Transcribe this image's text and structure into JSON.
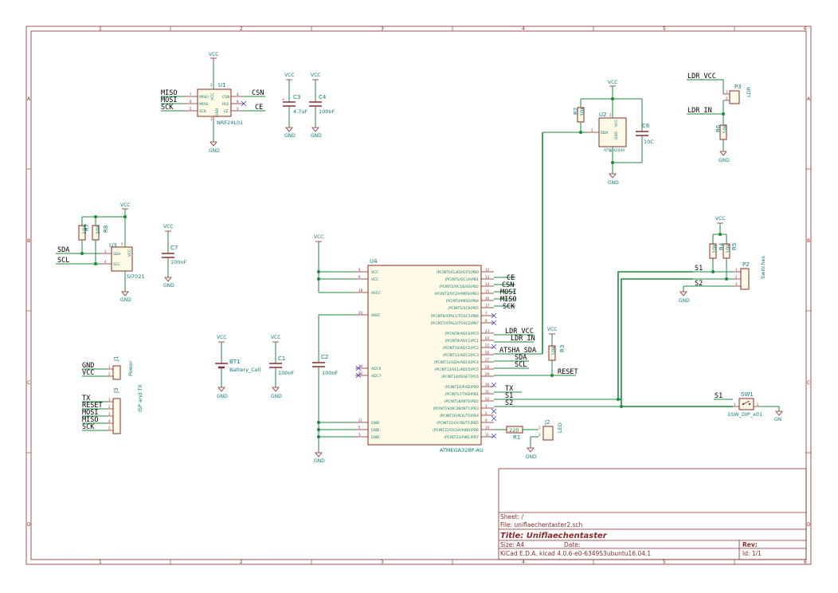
{
  "zones": {
    "columns": [
      "1",
      "2",
      "3",
      "4",
      "5",
      "6"
    ],
    "rows": [
      "A",
      "B",
      "C",
      "D"
    ]
  },
  "power": {
    "vcc": "VCC",
    "gnd": "GND",
    "gn": "GN"
  },
  "components": {
    "u1": {
      "ref": "U1",
      "value": "NRF24L01",
      "pins_left": [
        "MISO",
        "MOSI",
        "SCK"
      ],
      "pins_right": [
        "CSN",
        "IRQ",
        "CE"
      ],
      "pins_top": [
        "VCC"
      ],
      "pins_bottom": [
        "GND"
      ],
      "pin_numbers": [
        "7",
        "6",
        "5",
        "4",
        "8",
        "3",
        "2",
        "1"
      ]
    },
    "c3": {
      "ref": "C3",
      "value": "4.7uF"
    },
    "c4": {
      "ref": "C4",
      "value": "100nF"
    },
    "u2": {
      "ref": "U2",
      "value": "ATSHA204A",
      "pins": [
        "SDA",
        "VCC",
        "GND"
      ],
      "pin_numbers": [
        "1",
        "2",
        "3"
      ]
    },
    "r2": {
      "ref": "R2",
      "value": "10k"
    },
    "c6": {
      "ref": "C6",
      "value": "10C"
    },
    "p3": {
      "ref": "P3",
      "value": "LDR",
      "pin_numbers": [
        "1",
        "2"
      ]
    },
    "r6": {
      "ref": "R6",
      "value": "10k"
    },
    "u3": {
      "ref": "U3",
      "value": "SI7021",
      "pins": [
        "SDA",
        "SCL",
        "VCC"
      ],
      "pin_numbers": [
        "1",
        "4",
        "5"
      ]
    },
    "r7": {
      "ref": "R7",
      "value": "10k"
    },
    "r8": {
      "ref": "R8",
      "value": "10k"
    },
    "c7": {
      "ref": "C7",
      "value": "100nF"
    },
    "u4": {
      "ref": "U4",
      "value": "ATMEGA328P-AU",
      "left_pins": [
        {
          "n": "4",
          "l": "VCC"
        },
        {
          "n": "6",
          "l": "VCC"
        },
        {
          "n": "18",
          "l": "AVCC"
        },
        {
          "n": "20",
          "l": "AREF"
        },
        {
          "n": "19",
          "l": "ADC6"
        },
        {
          "n": "22",
          "l": "ADC7"
        },
        {
          "n": "21",
          "l": "GND"
        },
        {
          "n": "5",
          "l": "GND"
        },
        {
          "n": "3",
          "l": "GND"
        }
      ],
      "right_pins": [
        {
          "n": "12",
          "l": "(PCINT0/CLKO/ICP1)PB0"
        },
        {
          "n": "13",
          "l": "(PCINT1/OC1A)PB1"
        },
        {
          "n": "14",
          "l": "(PCINT2/OC1B/SS)PB2"
        },
        {
          "n": "15",
          "l": "(PCINT3/OC2A/MOSI)PB3"
        },
        {
          "n": "16",
          "l": "(PCINT4/MISO)PB4"
        },
        {
          "n": "17",
          "l": "(PCINT5/SCK)PB5"
        },
        {
          "n": "7",
          "l": "(PCINT6/XTAL1/TOSC1)PB6"
        },
        {
          "n": "8",
          "l": "(PCINT7/XTAL2/TOSC2)PB7"
        },
        {
          "n": "23",
          "l": "(PCINT8/ADC0)PC0"
        },
        {
          "n": "24",
          "l": "(PCINT9/ADC1)PC1"
        },
        {
          "n": "25",
          "l": "(PCINT10/ADC2)PC2"
        },
        {
          "n": "26",
          "l": "(PCINT11/ADC3)PC3"
        },
        {
          "n": "27",
          "l": "(PCINT12/SDA/ADC4)PC4"
        },
        {
          "n": "28",
          "l": "(PCINT13/SCL/ADC5)PC5"
        },
        {
          "n": "29",
          "l": "(PCINT14/RESET)PC6"
        },
        {
          "n": "30",
          "l": "(PCINT16/RXD)PD0"
        },
        {
          "n": "31",
          "l": "(PCINT17/TXD)PD1"
        },
        {
          "n": "32",
          "l": "(PCINT18/INT0)PD2"
        },
        {
          "n": "1",
          "l": "(PCINT19/OC2B/INT1)PD3"
        },
        {
          "n": "2",
          "l": "(PCINT20/XCK/T0)PD4"
        },
        {
          "n": "9",
          "l": "(PCINT21/OC0B/T1)PD5"
        },
        {
          "n": "10",
          "l": "(PCINT22/OC0A/AIN0)PD6"
        },
        {
          "n": "11",
          "l": "(PCINT23/AIN1)PD7"
        }
      ]
    },
    "c2": {
      "ref": "C2",
      "value": "100nF"
    },
    "bt1": {
      "ref": "BT1",
      "value": "Battery_Cell"
    },
    "c1": {
      "ref": "C1",
      "value": "100nF"
    },
    "r3": {
      "ref": "R3",
      "value": "10k"
    },
    "r1": {
      "ref": "R1",
      "value": "220"
    },
    "j2": {
      "ref": "J2",
      "value": "LED",
      "pin_numbers": [
        "1",
        "2"
      ]
    },
    "j1": {
      "ref": "J1",
      "value": "Power",
      "pin_numbers": [
        "1",
        "2"
      ]
    },
    "j3": {
      "ref": "J3",
      "value": "ISP and TX",
      "pin_numbers": [
        "1",
        "2",
        "3",
        "4",
        "5"
      ]
    },
    "r4": {
      "ref": "R4",
      "value": "10k"
    },
    "r5": {
      "ref": "R5",
      "value": "10k"
    },
    "p2": {
      "ref": "P2",
      "value": "Switches",
      "pin_numbers": [
        "1",
        "2",
        "3"
      ]
    },
    "sw1": {
      "ref": "SW1",
      "value": "1SW_DIP_x01",
      "pin_numbers": [
        "1",
        "2"
      ]
    }
  },
  "nets": {
    "miso": "MISO",
    "mosi": "MOSI",
    "sck": "SCK",
    "csn": "CSN",
    "ce": "CE",
    "sda": "SDA",
    "scl": "SCL",
    "ldr_vcc": "LDR_VCC",
    "ldr_in": "LDR_IN",
    "atsha_sda": "ATSHA_SDA",
    "reset": "RESET",
    "tx": "TX",
    "s1": "S1",
    "s2": "S2",
    "gnd": "GND",
    "vcc": "VCC"
  },
  "title_block": {
    "sheet": "Sheet: /",
    "file": "File: uniflaechentaster2.sch",
    "title": "Title: Uniflaechentaster",
    "size": "Size: A4",
    "date": "Date:",
    "rev": "Rev:",
    "tool": "KiCad E.D.A.  kicad 4.0.6-e0-6349S3ubuntu16.04.1",
    "id": "Id: 1/1"
  }
}
